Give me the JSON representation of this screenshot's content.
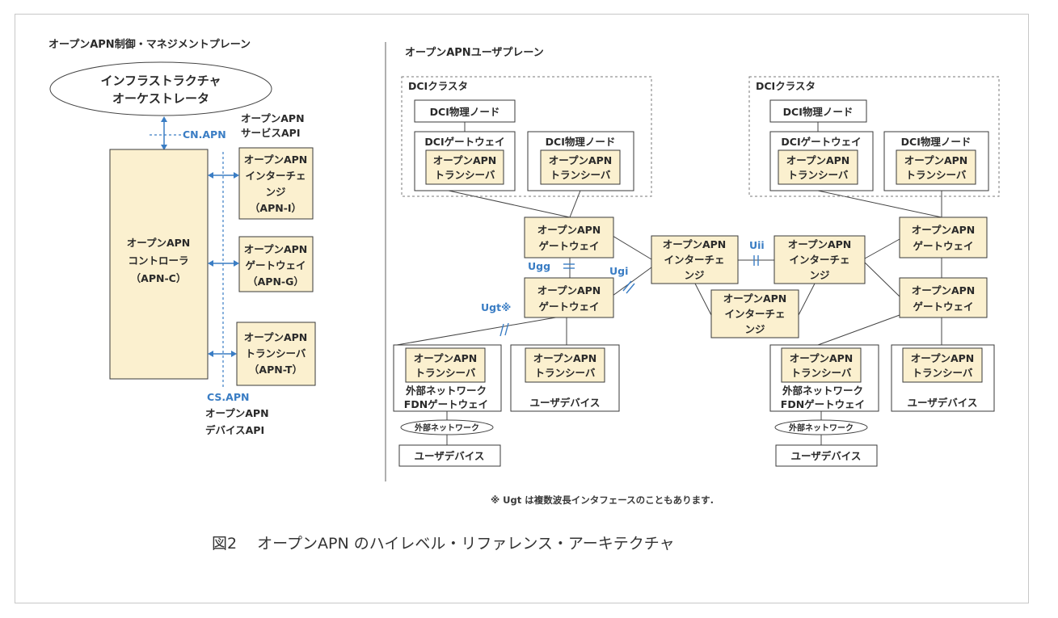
{
  "control_plane": {
    "title": "オープンAPN制御・マネジメントプレーン",
    "orchestrator": [
      "インフラストラクチャ",
      "オーケストレータ"
    ],
    "cn_apn": "CN.APN",
    "service_api": [
      "オープンAPN",
      "サービスAPI"
    ],
    "controller": [
      "オープンAPN",
      "コントローラ",
      "（APN-C）"
    ],
    "interchange": [
      "オープンAPN",
      "インターチェ",
      "ンジ",
      "（APN-I）"
    ],
    "gateway": [
      "オープンAPN",
      "ゲートウェイ",
      "（APN-G）"
    ],
    "transceiver": [
      "オープンAPN",
      "トランシーバ",
      "（APN-T）"
    ],
    "cs_apn": "CS.APN",
    "device_api": [
      "オープンAPN",
      "デバイスAPI"
    ]
  },
  "user_plane": {
    "title": "オープンAPNユーザプレーン",
    "dci_cluster_label": "DCIクラスタ",
    "dci_physical_node": "DCI物理ノード",
    "dci_gateway": "DCIゲートウェイ",
    "apn_transceiver": [
      "オープンAPN",
      "トランシーバ"
    ],
    "apn_gateway": [
      "オープンAPN",
      "ゲートウェイ"
    ],
    "apn_interchange": [
      "オープンAPN",
      "インターチェ",
      "ンジ"
    ],
    "external_fdn_gateway": [
      "外部ネットワーク",
      "FDNゲートウェイ"
    ],
    "user_device": "ユーザデバイス",
    "external_network": "外部ネットワーク",
    "interfaces": {
      "ugg": "Ugg",
      "ugi": "Ugi",
      "ugt": "Ugt※",
      "uii": "Uii"
    }
  },
  "footnote": "※ Ugt は複数波長インタフェースのこともあります.",
  "caption": "図2　 オープンAPN のハイレベル・リファレンス・アーキテクチャ",
  "colors": {
    "box_fill": "#fbf0cf",
    "interface_blue": "#3a7dc4"
  }
}
